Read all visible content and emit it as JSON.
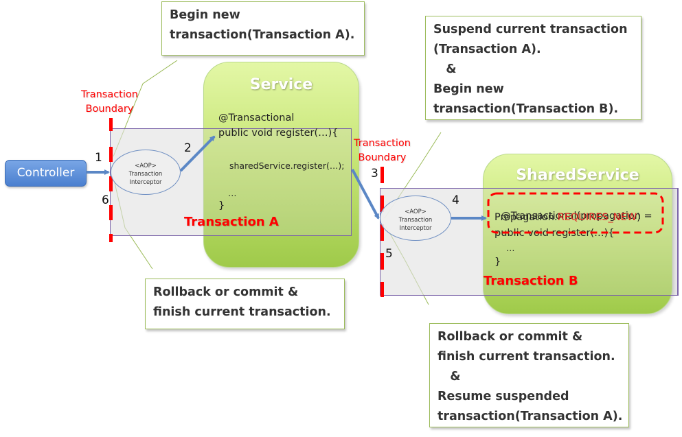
{
  "controller": {
    "label": "Controller"
  },
  "boundaries": [
    {
      "label_line1": "Transaction",
      "label_line2": "Boundary"
    },
    {
      "label_line1": "Transaction",
      "label_line2": "Boundary"
    }
  ],
  "interceptors": [
    {
      "line1": "<AOP>",
      "line2": "Transaction",
      "line3": "Interceptor"
    },
    {
      "line1": "<AOP>",
      "line2": "Transaction",
      "line3": "Interceptor"
    }
  ],
  "service": {
    "title": "Service",
    "annotation": "@Transactional",
    "signature": "public void register(…){",
    "call": "sharedService.register(…);",
    "ellipsis": "…",
    "close": "}",
    "transaction_label": "Transaction A"
  },
  "shared_service": {
    "title": "SharedService",
    "annotation_prefix": "@Transactional(propagation =",
    "propagation_prefix": "Propagation.",
    "propagation_value": "REQUIRES_NEW",
    "propagation_suffix": ")",
    "signature": "public void register(…){",
    "ellipsis": "…",
    "close": "}",
    "transaction_label": "Transaction B"
  },
  "steps": [
    "1",
    "2",
    "3",
    "4",
    "5",
    "6"
  ],
  "callouts": {
    "begin_a": "Begin new\ntransaction(Transaction A).",
    "finish_a": "Rollback or commit &\nfinish current transaction.",
    "suspend_begin_b": "Suspend current transaction\n(Transaction A).\n   &\nBegin new\ntransaction(Transaction B).",
    "finish_resume": "Rollback or commit &\nfinish current transaction.\n   &\nResume suspended\ntransaction(Transaction A)."
  },
  "colors": {
    "boundary_red": "#ff0000",
    "arrow_blue": "#5b87c5",
    "callout_border": "#9bbb59",
    "tx_box_border": "#7a63a8"
  }
}
